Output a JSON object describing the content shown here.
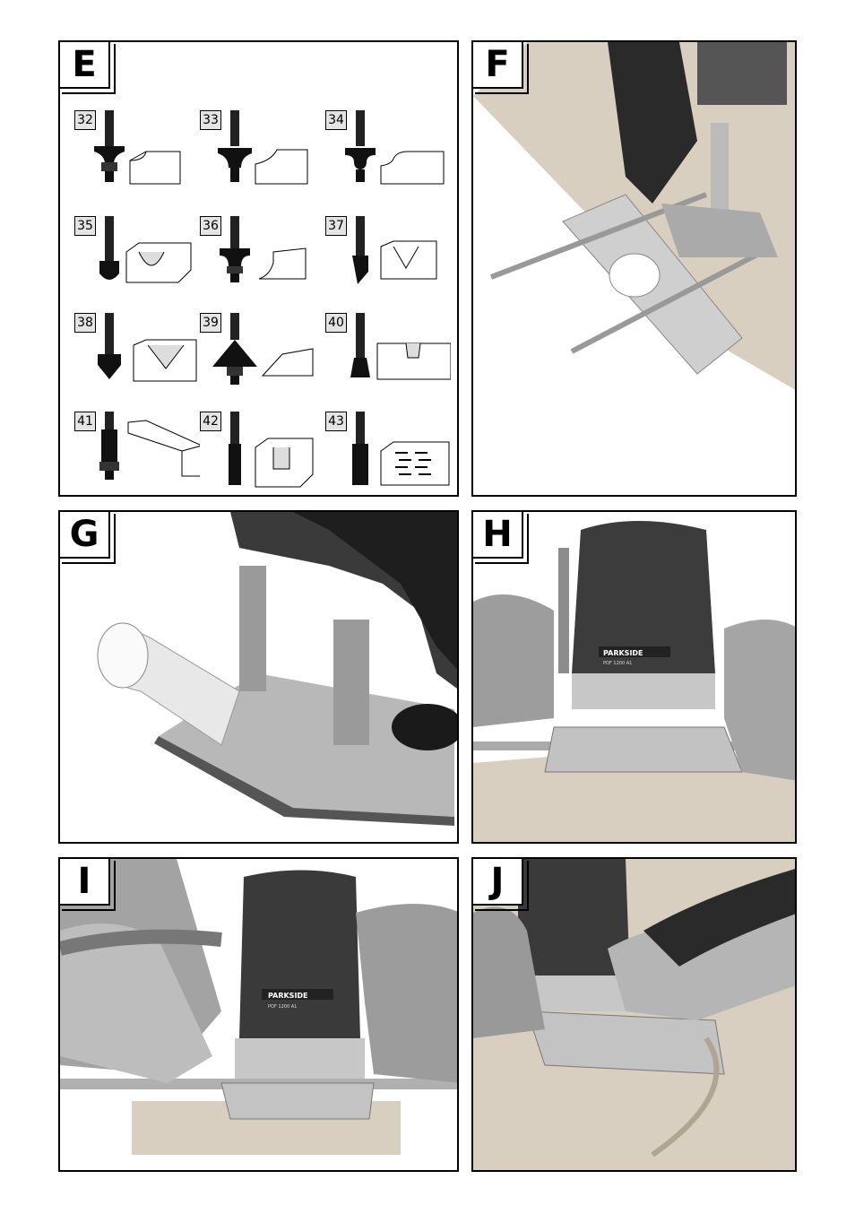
{
  "panels": {
    "e": {
      "label": "E"
    },
    "f": {
      "label": "F"
    },
    "g": {
      "label": "G"
    },
    "h": {
      "label": "H",
      "brand": "PARKSIDE",
      "model": "POF 1200 A1"
    },
    "i": {
      "label": "I",
      "brand": "PARKSIDE",
      "model": "POF 1200 A1"
    },
    "j": {
      "label": "J"
    }
  },
  "bits": [
    "32",
    "33",
    "34",
    "35",
    "36",
    "37",
    "38",
    "39",
    "40",
    "41",
    "42",
    "43"
  ],
  "colors": {
    "frame": "#000000",
    "wood": "#d9cfc0",
    "metal": "#b8b8b8",
    "dark": "#2a2a2a"
  }
}
